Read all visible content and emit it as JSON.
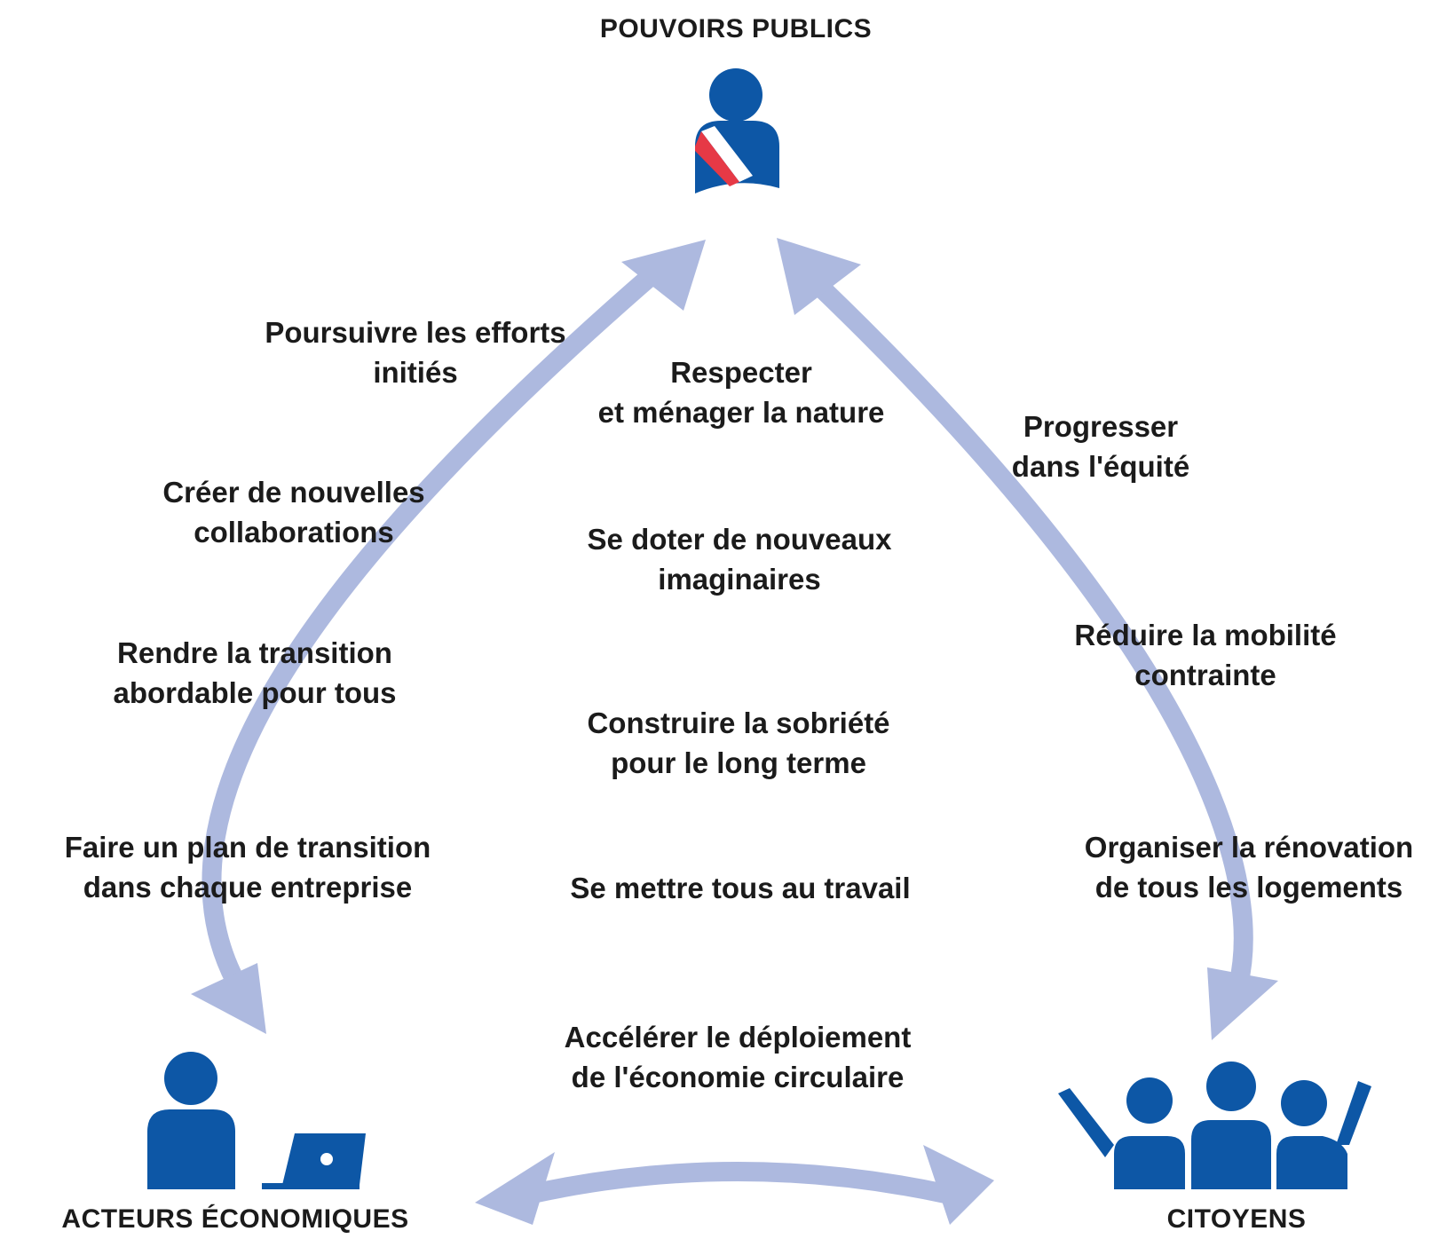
{
  "colors": {
    "arrow": "#adb9df",
    "icon_blue": "#0d57a6",
    "flag_red": "#e63946",
    "text": "#1b1b1b"
  },
  "actors": {
    "top": {
      "title": "POUVOIRS PUBLICS",
      "icon": "elected-official-sash-icon"
    },
    "bottom_left": {
      "title": "ACTEURS ÉCONOMIQUES",
      "icon": "person-laptop-icon"
    },
    "bottom_right": {
      "title": "CITOYENS",
      "icon": "citizens-group-icon"
    }
  },
  "left_labels": [
    [
      "Poursuivre les efforts",
      "initiés"
    ],
    [
      "Créer de nouvelles",
      "collaborations"
    ],
    [
      "Rendre la transition",
      "abordable pour tous"
    ],
    [
      "Faire un plan de transition",
      "dans chaque entreprise"
    ]
  ],
  "center_labels": [
    [
      "Respecter",
      "et ménager la nature"
    ],
    [
      "Se doter de nouveaux",
      "imaginaires"
    ],
    [
      "Construire la sobriété",
      "pour le long terme"
    ],
    [
      "Se mettre tous au travail"
    ],
    [
      "Accélérer le déploiement",
      "de l'économie circulaire"
    ]
  ],
  "right_labels": [
    [
      "Progresser",
      "dans l'équité"
    ],
    [
      "Réduire la mobilité",
      "contrainte"
    ],
    [
      "Organiser la rénovation",
      "de tous les logements"
    ]
  ]
}
